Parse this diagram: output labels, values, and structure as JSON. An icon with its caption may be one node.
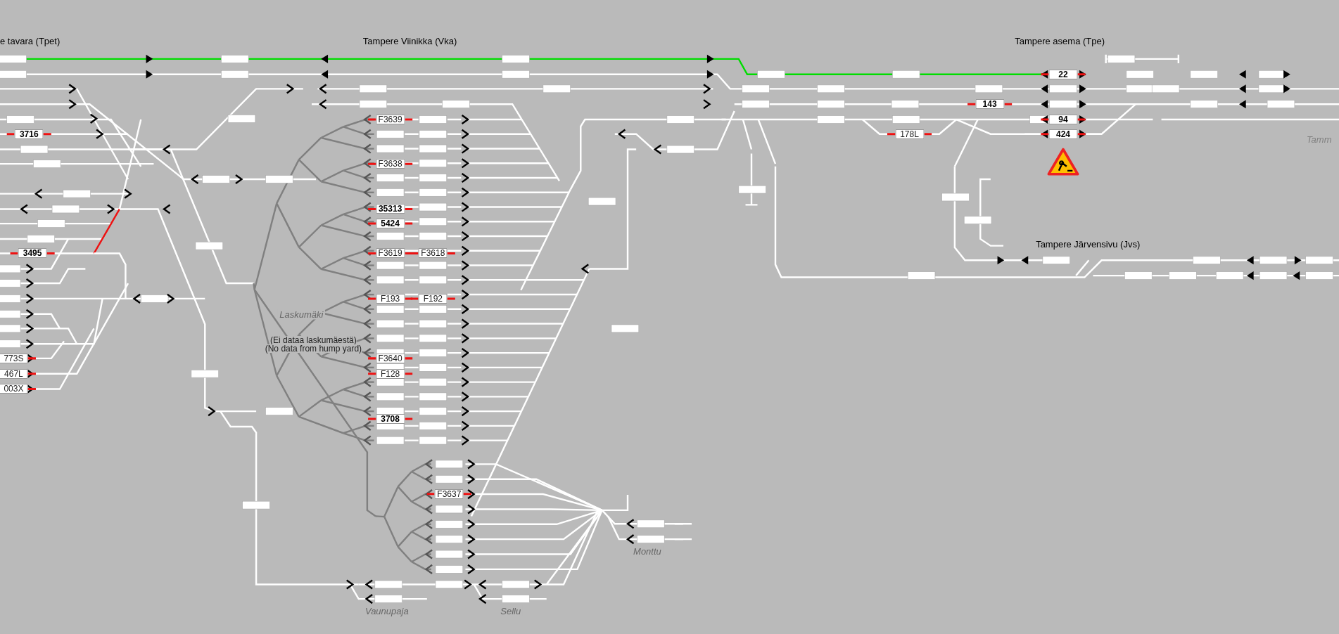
{
  "diagram": {
    "labels": [
      "e tavara (Tpet)",
      "Tampere Viinikka (Vka)",
      "Tampere asema (Tpe)",
      "22",
      "143",
      "F3639",
      "94",
      "3716",
      "178L",
      "424",
      "Tamm",
      "F3638",
      "35313",
      "5424",
      "Tampere Järvensivu (Jvs)",
      "3495",
      "F3619",
      "F3618",
      "F193",
      "F192",
      "Laskumäki",
      "(Ei dataa laskumäestä)",
      "(No data from hump yard)",
      "773S",
      "F3640",
      "467L",
      "F128",
      "003X",
      "3708",
      "F3637",
      "Monttu",
      "Vaunupaja",
      "Sellu"
    ]
  }
}
